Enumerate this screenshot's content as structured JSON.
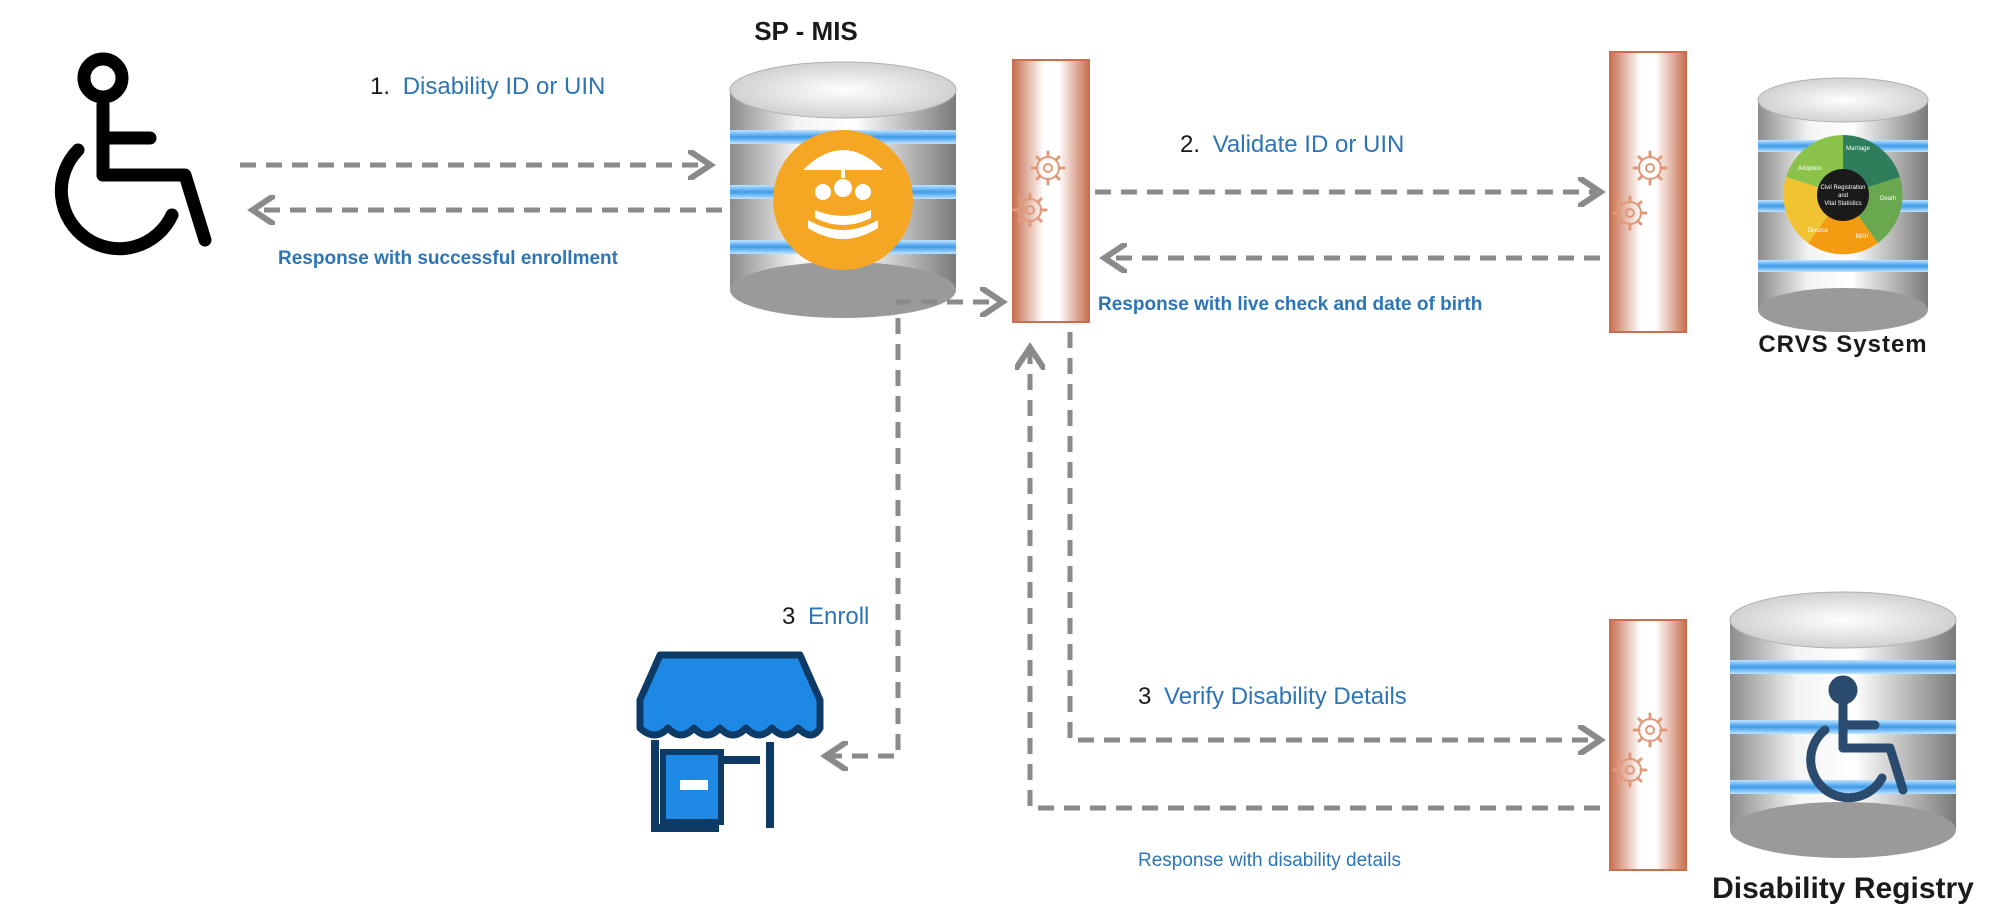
{
  "titles": {
    "sp_mis": "SP - MIS",
    "crvs": "CRVS System",
    "registry": "Disability Registry"
  },
  "steps": {
    "s1": {
      "number": "1.",
      "text": "Disability ID or UIN"
    },
    "s2": {
      "number": "2.",
      "text": "Validate ID or UIN"
    },
    "s3_enroll": {
      "number": "3",
      "text": "Enroll"
    },
    "s3_verify": {
      "number": "3",
      "text": "Verify Disability Details"
    }
  },
  "responses": {
    "enrollment": "Response with successful enrollment",
    "live_check": "Response with live check and date of birth",
    "disability": "Response with disability details"
  },
  "crvs_wheel": {
    "center": [
      "Civil Registration",
      "and",
      "Vital Statistics"
    ],
    "segments": [
      "Marriage",
      "Death",
      "Birth",
      "Divorce",
      "Adoption"
    ]
  },
  "colors": {
    "accent_blue": "#2e75b6",
    "arrow_gray": "#8a8a8a",
    "adapter": "#c96f4f",
    "orange": "#f5a623",
    "store_blue": "#1e88e5",
    "store_dark": "#0d3b66"
  },
  "icons": [
    "wheelchair-icon",
    "gear-icon",
    "store-icon",
    "social-protection-icon"
  ]
}
